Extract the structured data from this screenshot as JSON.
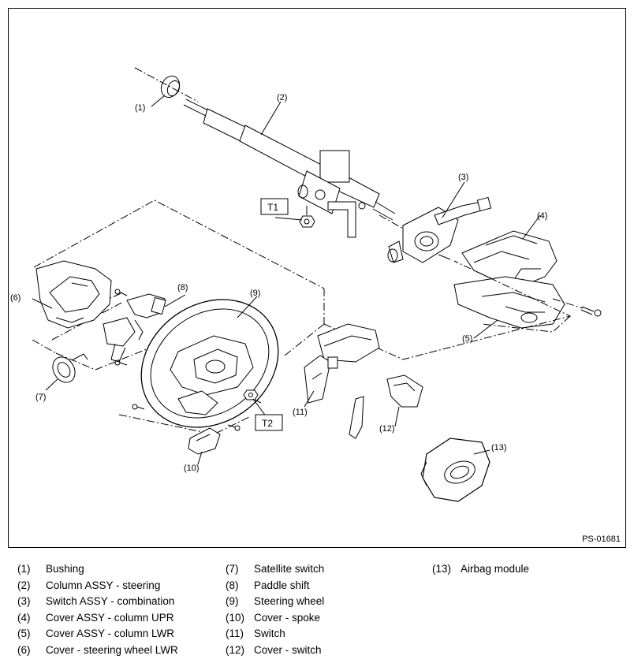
{
  "figure": {
    "figure_id": "PS-01681",
    "torque_labels": [
      "T1",
      "T2"
    ],
    "callouts": [
      "(1)",
      "(2)",
      "(3)",
      "(4)",
      "(5)",
      "(6)",
      "(7)",
      "(8)",
      "(9)",
      "(10)",
      "(11)",
      "(12)",
      "(13)"
    ]
  },
  "legend": {
    "items": [
      {
        "num": "(1)",
        "name": "Bushing"
      },
      {
        "num": "(2)",
        "name": "Column ASSY - steering"
      },
      {
        "num": "(3)",
        "name": "Switch ASSY - combination"
      },
      {
        "num": "(4)",
        "name": "Cover ASSY - column UPR"
      },
      {
        "num": "(5)",
        "name": "Cover ASSY - column LWR"
      },
      {
        "num": "(6)",
        "name": "Cover - steering wheel LWR"
      },
      {
        "num": "(7)",
        "name": "Satellite switch"
      },
      {
        "num": "(8)",
        "name": "Paddle shift"
      },
      {
        "num": "(9)",
        "name": "Steering wheel"
      },
      {
        "num": "(10)",
        "name": "Cover - spoke"
      },
      {
        "num": "(11)",
        "name": "Switch"
      },
      {
        "num": "(12)",
        "name": "Cover - switch"
      },
      {
        "num": "(13)",
        "name": "Airbag module"
      }
    ]
  }
}
